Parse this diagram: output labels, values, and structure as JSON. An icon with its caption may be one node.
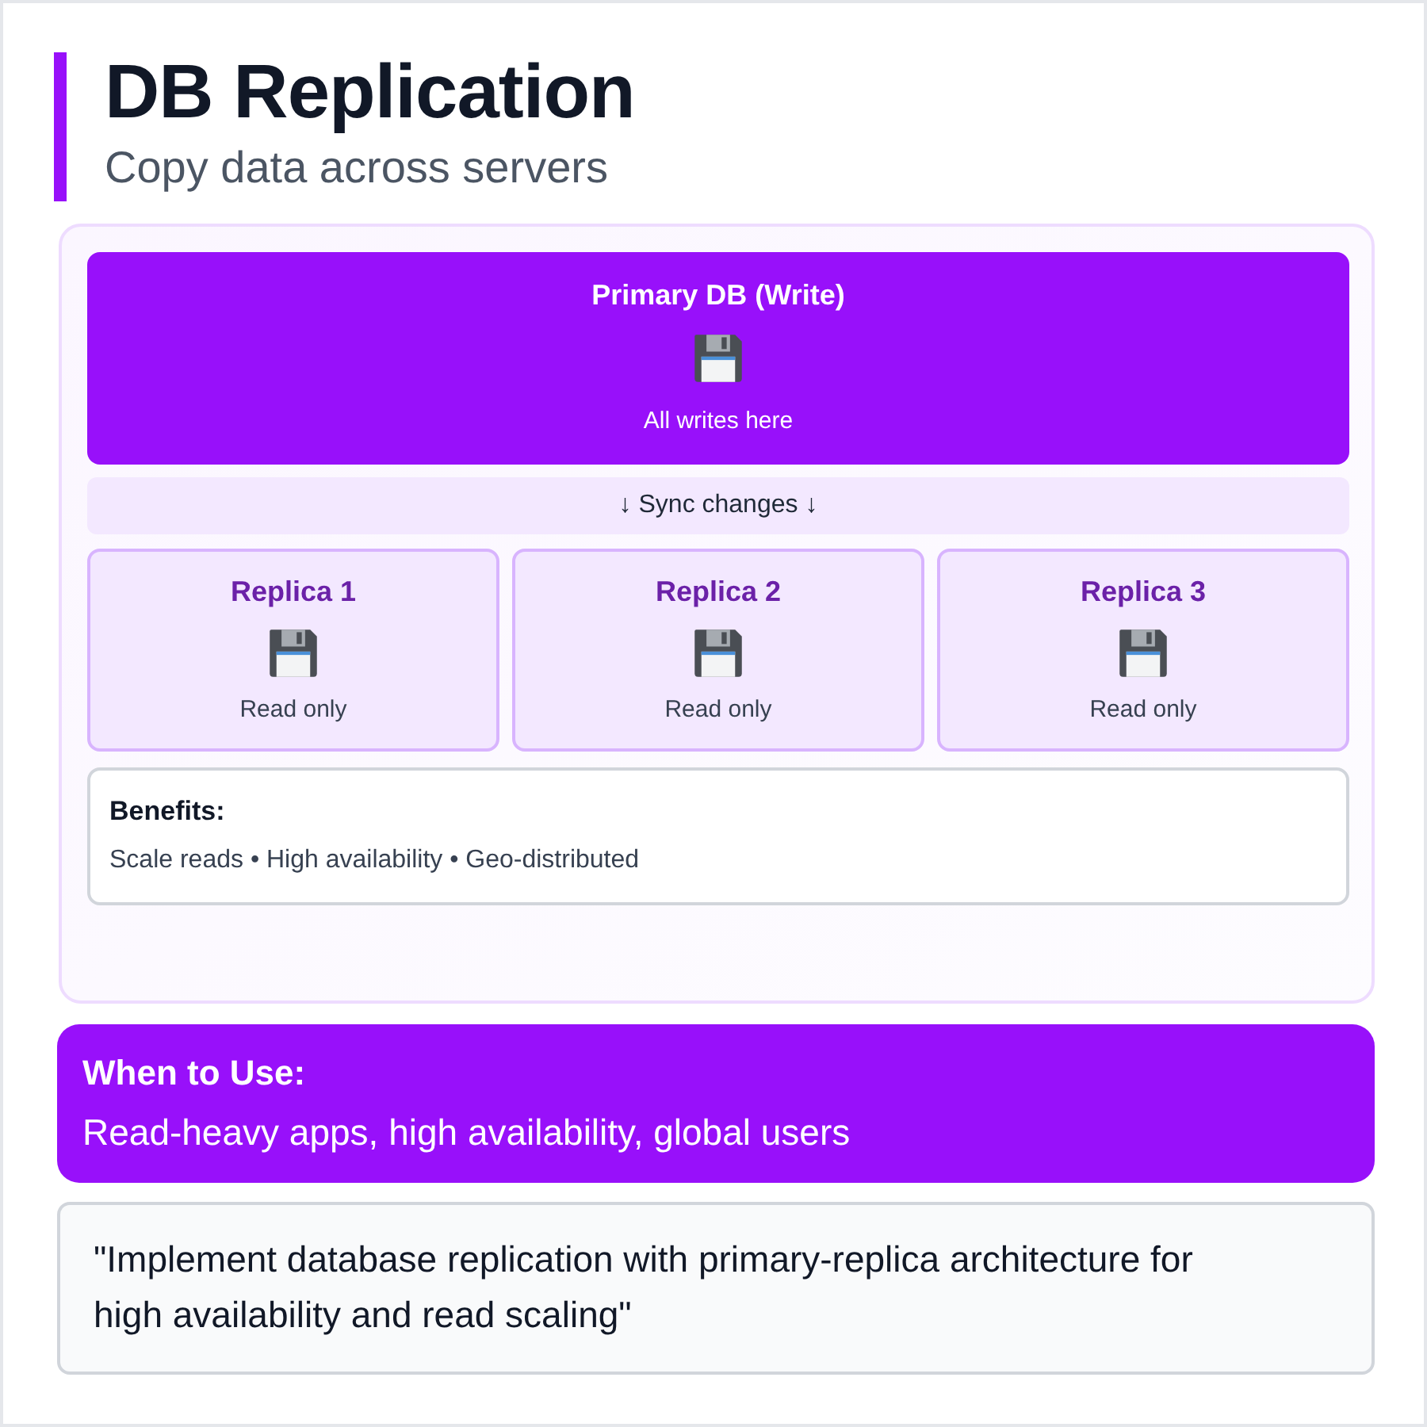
{
  "diagram": {
    "title": "DB Replication",
    "nodes": [
      {
        "text": [],
        "shape": "box"
      },
      {
        "text": [
          "Primary DB (Write)",
          "All writes here"
        ],
        "in": 0
      },
      {
        "text": [
          "↓ Sync changes ↓"
        ],
        "in": 0
      },
      {
        "text": [
          "Replica 1",
          "Read only"
        ],
        "in": 0
      },
      {
        "text": [
          "Replica 2",
          "Read only"
        ],
        "in": 0
      },
      {
        "text": [
          "Replica 3",
          "Read only"
        ],
        "in": 0
      },
      {
        "text": [
          "Benefits:",
          "Scale reads • High availability • Geo-distributed"
        ],
        "in": 0
      },
      {
        "text": [
          "When to Use:",
          "Read-heavy apps, high availability, global users"
        ]
      },
      {
        "text": [
          "\"Implement database replication with primary-replica architecture for high availability and read scaling\""
        ]
      }
    ],
    "labels": [
      "Copy data across servers"
    ]
  }
}
